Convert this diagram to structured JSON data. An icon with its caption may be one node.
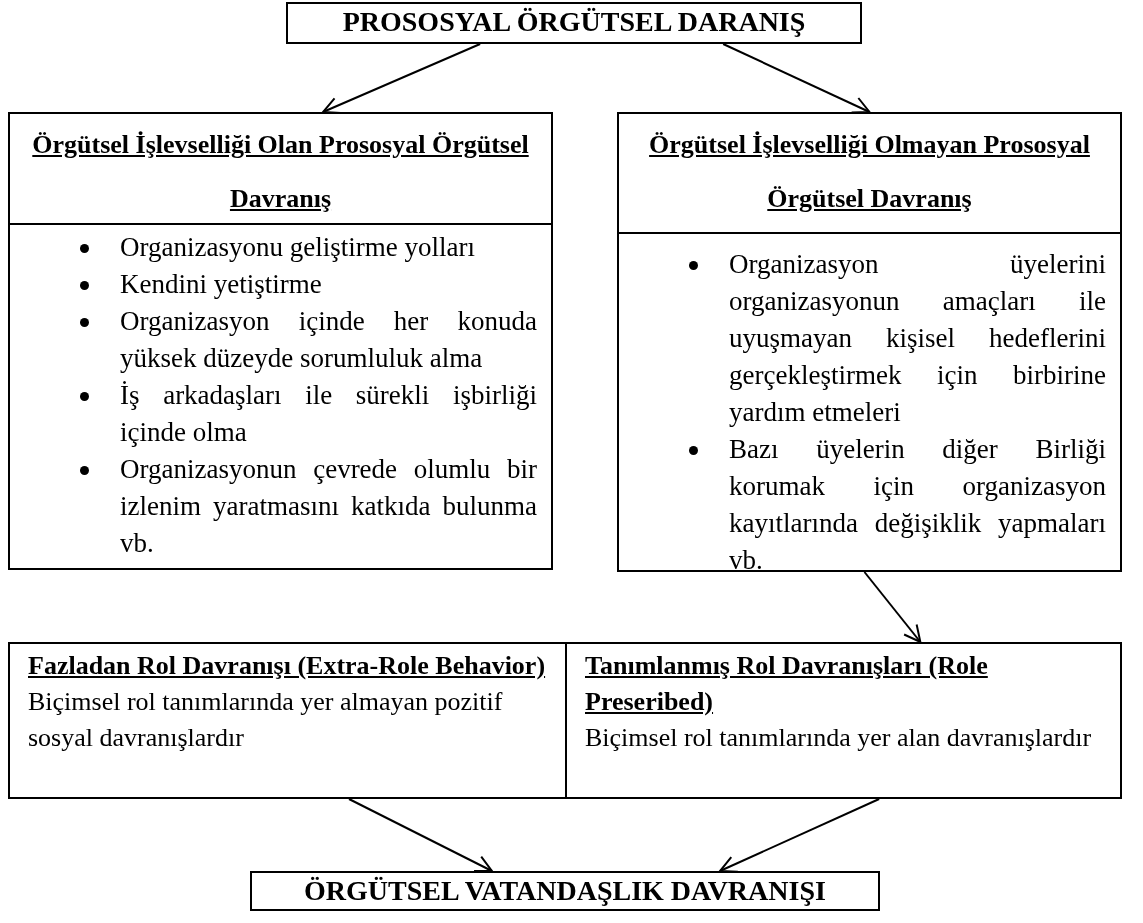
{
  "diagram": {
    "nodes": [
      {
        "text": [
          "PROSOSYAL ÖRGÜTSEL DARANIŞ"
        ]
      },
      {
        "text": [
          "Örgütsel İşlevselliği Olan Prososyal Örgütsel Davranış",
          "Organizasyonu geliştirme yolları",
          "Kendini yetiştirme",
          "Organizasyon içinde her konuda yüksek düzeyde sorumluluk alma",
          "İş arkadaşları ile sürekli işbirliği içinde olma",
          "Organizasyonun çevrede olumlu bir izlenim yaratmasını katkıda bulunma vb."
        ]
      },
      {
        "text": [
          "Örgütsel İşlevselliği Olmayan Prososyal Örgütsel Davranış",
          "Organizasyon üyelerini organizasyonun amaçları ile uyuşmayan kişisel hedeflerini gerçekleştirmek için birbirine yardım etmeleri",
          "Bazı üyelerin diğer Birliği korumak için organizasyon kayıtlarında değişiklik yapmaları vb."
        ]
      },
      {
        "text": [
          "Fazladan Rol Davranışı (Extra-Role Behavior)",
          "Biçimsel rol tanımlarında yer almayan pozitif sosyal davranışlardır"
        ]
      },
      {
        "text": [
          "Tanımlanmış Rol Davranışları (Role Preseribed)",
          "Biçimsel rol tanımlarında yer alan davranışlardır"
        ]
      },
      {
        "text": [
          "ÖRGÜTSEL VATANDAŞLIK DAVRANIŞI"
        ]
      }
    ],
    "edges": [
      {
        "from": 0,
        "to": 1,
        "arrow": "to"
      },
      {
        "from": 0,
        "to": 2,
        "arrow": "to"
      },
      {
        "from": 2,
        "to": 4,
        "arrow": "to"
      },
      {
        "from": 3,
        "to": 5,
        "arrow": "to"
      },
      {
        "from": 4,
        "to": 5,
        "arrow": "to"
      }
    ]
  }
}
